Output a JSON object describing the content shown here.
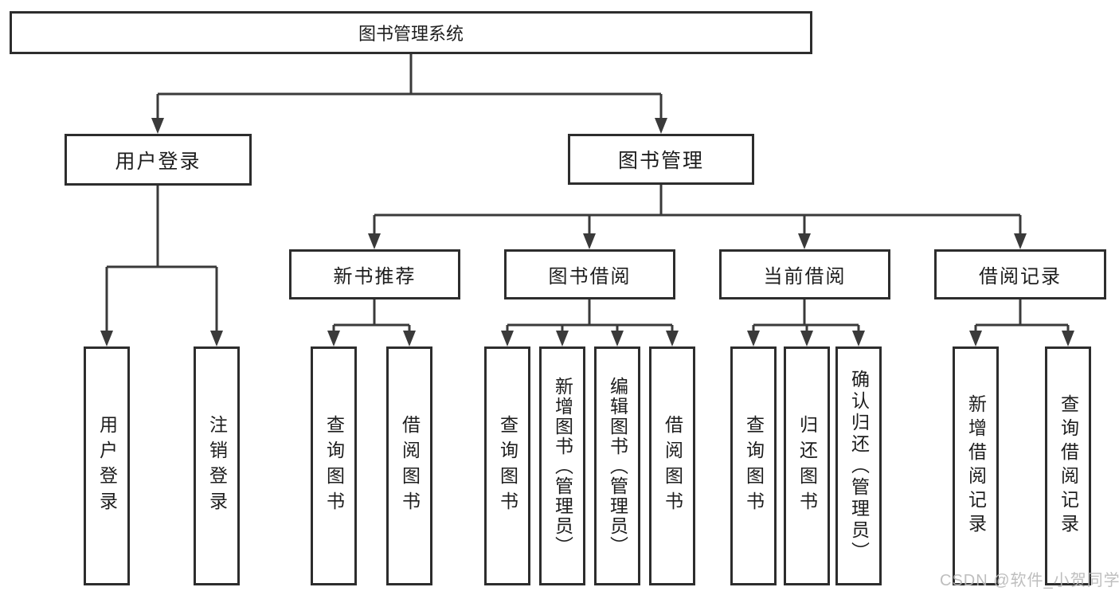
{
  "diagram": {
    "title": "图书管理系统",
    "level2": [
      {
        "label": "用户登录"
      },
      {
        "label": "图书管理"
      }
    ],
    "level3": [
      {
        "label": "新书推荐"
      },
      {
        "label": "图书借阅"
      },
      {
        "label": "当前借阅"
      },
      {
        "label": "借阅记录"
      }
    ],
    "leaves": {
      "user_login": [
        "用户登录",
        "注销登录"
      ],
      "new_book": [
        "查询图书",
        "借阅图书"
      ],
      "borrow": [
        "查询图书",
        "新增图书（管理员）",
        "编辑图书（管理员）",
        "借阅图书"
      ],
      "current": [
        "查询图书",
        "归还图书",
        "确认归还（管理员）"
      ],
      "records": [
        "新增借阅记录",
        "查询借阅记录"
      ]
    },
    "watermark": "CSDN @软件_小贺同学"
  },
  "colors": {
    "line": "#3a3a3a",
    "border": "#2d2d2d",
    "text": "#1d1d1d",
    "background": "#ffffff",
    "watermark": "#b7b7b7"
  }
}
